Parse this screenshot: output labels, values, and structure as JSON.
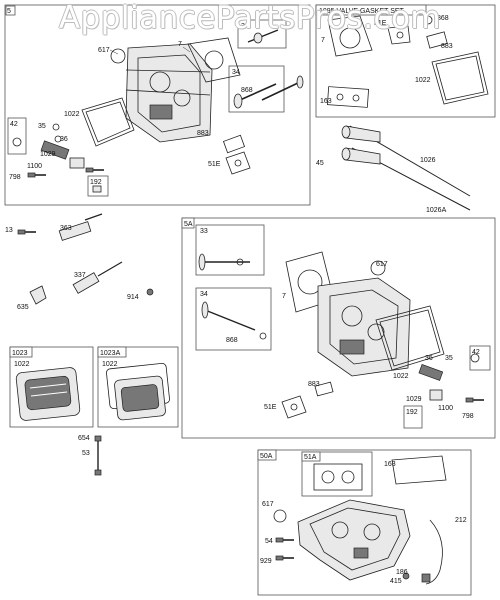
{
  "watermark": "AppliancePartsPros.com",
  "sections": {
    "s5": {
      "id": "5"
    },
    "s1095": {
      "title": "1095 VALVE GASKET SET"
    },
    "s5a": {
      "id": "5A"
    },
    "s1023": {
      "id": "1023"
    },
    "s1023a": {
      "id": "1023A"
    },
    "s50a": {
      "id": "50A"
    }
  },
  "callouts": {
    "top": [
      "617",
      "7",
      "33",
      "34",
      "868",
      "1022",
      "42",
      "35",
      "36",
      "1029",
      "1100",
      "798",
      "192",
      "883",
      "51E"
    ],
    "gasket_set": [
      "7",
      "51E",
      "868",
      "883",
      "1022",
      "163",
      "1026",
      "1026A",
      "45"
    ],
    "loose": [
      "13",
      "363",
      "337",
      "635",
      "914"
    ],
    "mid": [
      "33",
      "617",
      "7",
      "34",
      "868",
      "1022",
      "883",
      "51E",
      "36",
      "35",
      "42",
      "1029",
      "1100",
      "798",
      "192"
    ],
    "covers": [
      "1022",
      "1022",
      "654",
      "53"
    ],
    "manifold": [
      "51A",
      "163",
      "617",
      "54",
      "929",
      "212",
      "415",
      "186"
    ]
  }
}
